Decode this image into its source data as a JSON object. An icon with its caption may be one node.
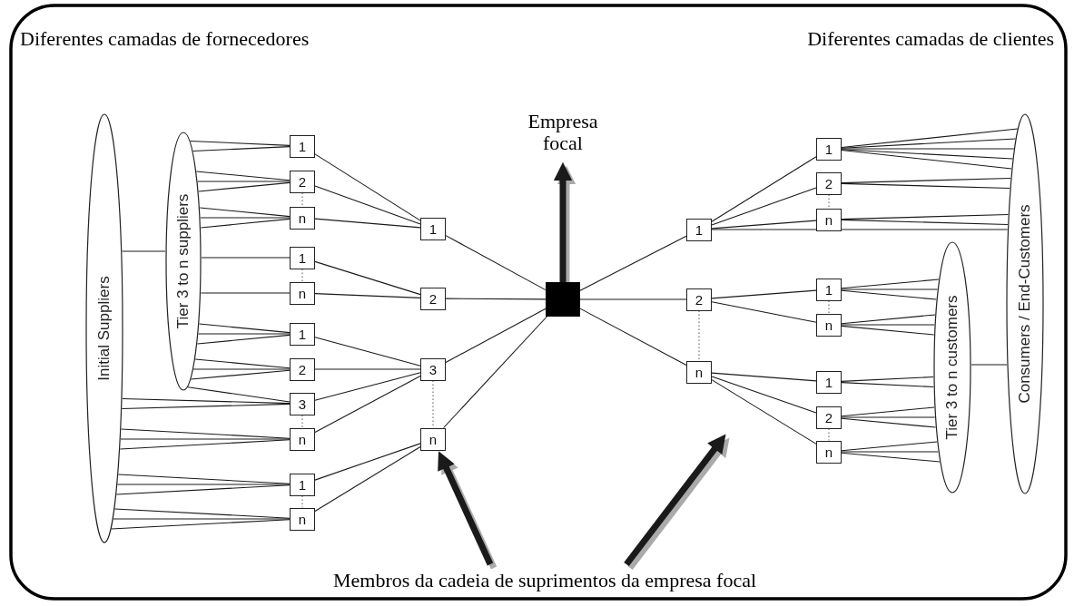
{
  "diagram": {
    "nodes": [
      {
        "text": [
          "Initial Suppliers"
        ]
      },
      {
        "text": [
          "Tier 3 to n suppliers"
        ]
      },
      {
        "text": [
          "1"
        ]
      },
      {
        "text": [
          "2"
        ]
      },
      {
        "text": [
          "n"
        ]
      },
      {
        "text": [
          "1"
        ]
      },
      {
        "text": [
          "n"
        ]
      },
      {
        "text": [
          "1"
        ]
      },
      {
        "text": [
          "2"
        ]
      },
      {
        "text": [
          "3"
        ]
      },
      {
        "text": [
          "n"
        ]
      },
      {
        "text": [
          "1"
        ]
      },
      {
        "text": [
          "n"
        ]
      },
      {
        "text": [
          "1"
        ]
      },
      {
        "text": [
          "2"
        ]
      },
      {
        "text": [
          "3"
        ]
      },
      {
        "text": [
          "n"
        ]
      },
      {
        "text": [
          "Empresa focal"
        ]
      },
      {
        "text": [],
        "shape": "box"
      },
      {
        "text": [
          "1"
        ]
      },
      {
        "text": [
          "2"
        ]
      },
      {
        "text": [
          "n"
        ]
      },
      {
        "text": [
          "1"
        ]
      },
      {
        "text": [
          "2"
        ]
      },
      {
        "text": [
          "n"
        ]
      },
      {
        "text": [
          "1"
        ]
      },
      {
        "text": [
          "n"
        ]
      },
      {
        "text": [
          "1"
        ]
      },
      {
        "text": [
          "2"
        ]
      },
      {
        "text": [
          "n"
        ]
      },
      {
        "text": [
          "Tier 3 to n customers"
        ]
      },
      {
        "text": [
          "Consumers / End-Customers"
        ]
      },
      {
        "text": [
          "Membros da cadeia de suprimentos da empresa focal"
        ]
      }
    ],
    "edges": [
      {
        "from": 0,
        "to": 1,
        "arrow": "none"
      },
      {
        "from": 1,
        "to": 2,
        "arrow": "none"
      },
      {
        "from": 1,
        "to": 2,
        "arrow": "none"
      },
      {
        "from": 1,
        "to": 3,
        "arrow": "none"
      },
      {
        "from": 1,
        "to": 3,
        "arrow": "none"
      },
      {
        "from": 1,
        "to": 3,
        "arrow": "none"
      },
      {
        "from": 1,
        "to": 4,
        "arrow": "none"
      },
      {
        "from": 1,
        "to": 4,
        "arrow": "none"
      },
      {
        "from": 1,
        "to": 4,
        "arrow": "none"
      },
      {
        "from": 1,
        "to": 5,
        "arrow": "none"
      },
      {
        "from": 1,
        "to": 6,
        "arrow": "none"
      },
      {
        "from": 1,
        "to": 7,
        "arrow": "none"
      },
      {
        "from": 1,
        "to": 7,
        "arrow": "none"
      },
      {
        "from": 1,
        "to": 7,
        "arrow": "none"
      },
      {
        "from": 1,
        "to": 8,
        "arrow": "none"
      },
      {
        "from": 1,
        "to": 8,
        "arrow": "none"
      },
      {
        "from": 1,
        "to": 8,
        "arrow": "none"
      },
      {
        "from": 1,
        "to": 9,
        "arrow": "none"
      },
      {
        "from": 0,
        "to": 9,
        "arrow": "none"
      },
      {
        "from": 0,
        "to": 9,
        "arrow": "none"
      },
      {
        "from": 0,
        "to": 10,
        "arrow": "none"
      },
      {
        "from": 0,
        "to": 10,
        "arrow": "none"
      },
      {
        "from": 0,
        "to": 10,
        "arrow": "none"
      },
      {
        "from": 0,
        "to": 11,
        "arrow": "none"
      },
      {
        "from": 0,
        "to": 11,
        "arrow": "none"
      },
      {
        "from": 0,
        "to": 11,
        "arrow": "none"
      },
      {
        "from": 0,
        "to": 12,
        "arrow": "none"
      },
      {
        "from": 0,
        "to": 12,
        "arrow": "none"
      },
      {
        "from": 0,
        "to": 12,
        "arrow": "none"
      },
      {
        "from": 3,
        "to": 4,
        "arrow": "none",
        "style": "dashed"
      },
      {
        "from": 5,
        "to": 6,
        "arrow": "none",
        "style": "dashed"
      },
      {
        "from": 9,
        "to": 10,
        "arrow": "none",
        "style": "dashed"
      },
      {
        "from": 11,
        "to": 12,
        "arrow": "none",
        "style": "dashed"
      },
      {
        "from": 15,
        "to": 16,
        "arrow": "none",
        "style": "dashed"
      },
      {
        "from": 2,
        "to": 13,
        "arrow": "none"
      },
      {
        "from": 3,
        "to": 13,
        "arrow": "none"
      },
      {
        "from": 4,
        "to": 13,
        "arrow": "none"
      },
      {
        "from": 5,
        "to": 14,
        "arrow": "none"
      },
      {
        "from": 6,
        "to": 14,
        "arrow": "none"
      },
      {
        "from": 7,
        "to": 15,
        "arrow": "none"
      },
      {
        "from": 8,
        "to": 15,
        "arrow": "none"
      },
      {
        "from": 9,
        "to": 15,
        "arrow": "none"
      },
      {
        "from": 10,
        "to": 15,
        "arrow": "none"
      },
      {
        "from": 11,
        "to": 16,
        "arrow": "none"
      },
      {
        "from": 12,
        "to": 16,
        "arrow": "none"
      },
      {
        "from": 13,
        "to": 18,
        "arrow": "none"
      },
      {
        "from": 14,
        "to": 18,
        "arrow": "none"
      },
      {
        "from": 15,
        "to": 18,
        "arrow": "none"
      },
      {
        "from": 16,
        "to": 18,
        "arrow": "none"
      },
      {
        "from": 18,
        "to": 17,
        "arrow": "to",
        "style": "thick"
      },
      {
        "from": 18,
        "to": 19,
        "arrow": "none"
      },
      {
        "from": 18,
        "to": 20,
        "arrow": "none"
      },
      {
        "from": 18,
        "to": 21,
        "arrow": "none"
      },
      {
        "from": 19,
        "to": 22,
        "arrow": "none"
      },
      {
        "from": 19,
        "to": 23,
        "arrow": "none"
      },
      {
        "from": 19,
        "to": 24,
        "arrow": "none"
      },
      {
        "from": 19,
        "to": 31,
        "arrow": "none"
      },
      {
        "from": 20,
        "to": 25,
        "arrow": "none"
      },
      {
        "from": 20,
        "to": 26,
        "arrow": "none"
      },
      {
        "from": 21,
        "to": 27,
        "arrow": "none"
      },
      {
        "from": 21,
        "to": 28,
        "arrow": "none"
      },
      {
        "from": 21,
        "to": 29,
        "arrow": "none"
      },
      {
        "from": 20,
        "to": 21,
        "arrow": "none",
        "style": "dashed"
      },
      {
        "from": 23,
        "to": 24,
        "arrow": "none",
        "style": "dashed"
      },
      {
        "from": 25,
        "to": 26,
        "arrow": "none",
        "style": "dashed"
      },
      {
        "from": 28,
        "to": 29,
        "arrow": "none",
        "style": "dashed"
      },
      {
        "from": 22,
        "to": 31,
        "arrow": "none"
      },
      {
        "from": 22,
        "to": 31,
        "arrow": "none"
      },
      {
        "from": 22,
        "to": 31,
        "arrow": "none"
      },
      {
        "from": 22,
        "to": 31,
        "arrow": "none"
      },
      {
        "from": 22,
        "to": 31,
        "arrow": "none"
      },
      {
        "from": 23,
        "to": 31,
        "arrow": "none"
      },
      {
        "from": 23,
        "to": 31,
        "arrow": "none"
      },
      {
        "from": 24,
        "to": 31,
        "arrow": "none"
      },
      {
        "from": 24,
        "to": 31,
        "arrow": "none"
      },
      {
        "from": 25,
        "to": 30,
        "arrow": "none"
      },
      {
        "from": 25,
        "to": 30,
        "arrow": "none"
      },
      {
        "from": 25,
        "to": 30,
        "arrow": "none"
      },
      {
        "from": 26,
        "to": 30,
        "arrow": "none"
      },
      {
        "from": 26,
        "to": 30,
        "arrow": "none"
      },
      {
        "from": 26,
        "to": 30,
        "arrow": "none"
      },
      {
        "from": 27,
        "to": 30,
        "arrow": "none"
      },
      {
        "from": 27,
        "to": 30,
        "arrow": "none"
      },
      {
        "from": 28,
        "to": 30,
        "arrow": "none"
      },
      {
        "from": 28,
        "to": 30,
        "arrow": "none"
      },
      {
        "from": 28,
        "to": 30,
        "arrow": "none"
      },
      {
        "from": 29,
        "to": 30,
        "arrow": "none"
      },
      {
        "from": 29,
        "to": 30,
        "arrow": "none"
      },
      {
        "from": 29,
        "to": 30,
        "arrow": "none"
      },
      {
        "from": 30,
        "to": 31,
        "arrow": "none"
      },
      {
        "from": 32,
        "to": 16,
        "arrow": "to",
        "style": "thick"
      },
      {
        "from": 32,
        "to": null,
        "arrow": "to",
        "style": "thick"
      }
    ],
    "labels": [
      "Diferentes camadas de fornecedores",
      "Diferentes camadas de clientes"
    ]
  }
}
